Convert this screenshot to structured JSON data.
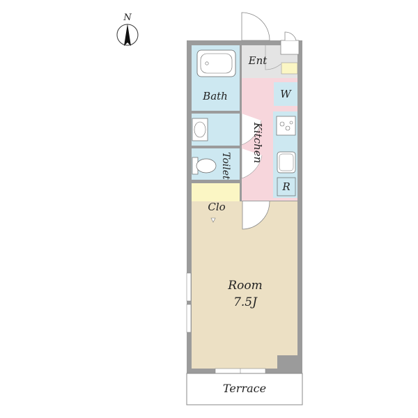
{
  "compass": {
    "label": "N"
  },
  "rooms": {
    "entrance": "Ent",
    "bath": "Bath",
    "washer": "W",
    "kitchen": "Kitchen",
    "toilet": "Toilet",
    "refrigerator": "R",
    "closet": "Clo",
    "room": "Room",
    "room_size": "7.5J",
    "terrace": "Terrace"
  },
  "colors": {
    "wall": "#9b9b9b",
    "bath_blue": "#cde8f1",
    "kitchen_pink": "#f7d6dc",
    "entrance_gray": "#e4e4e4",
    "closet_yellow": "#fbf6c4",
    "room_beige": "#ece0c4"
  }
}
